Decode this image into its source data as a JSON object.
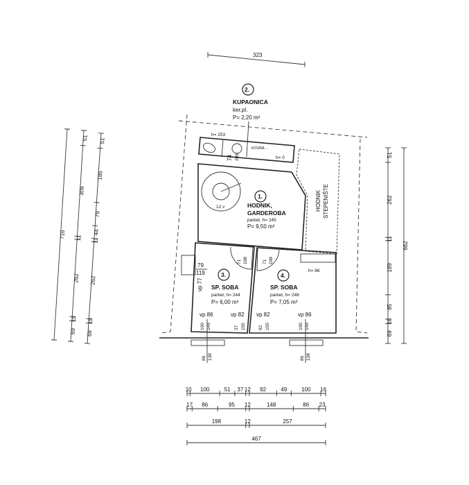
{
  "top_dimension": "323",
  "rooms": {
    "bath": {
      "number": "2.",
      "name": "KUPAONICA",
      "floor": "ker.pl.",
      "area": "P= 2,20 m²",
      "h_left": "h= 253",
      "slope": "KOSINA →",
      "h_right": "h= 0",
      "dim_a": "74",
      "dim_b": "209"
    },
    "hall": {
      "number": "1.",
      "name1": "HODNIK,",
      "name2": "GARDEROBA",
      "floor": "parket, h= 245",
      "area": "P= 9,50 m²",
      "stairs": "12 v"
    },
    "stairwell": {
      "line1": "HODNIK",
      "line2": "STEPENIŠTE"
    },
    "room3": {
      "number": "3.",
      "name": "SP. SOBA",
      "floor": "parket, h= 244",
      "area": "P= 6,00 m²",
      "niche_a": "79",
      "niche_b": "119",
      "vp_side": "vp 77",
      "win_vp": "vp 86",
      "win_a": "100",
      "win_b": "149",
      "door_vp": "vp 82",
      "door_a": "37",
      "door_b": "155",
      "door_to_hall_a": "71",
      "door_to_hall_b": "198",
      "below_a": "86",
      "below_b": "138"
    },
    "room4": {
      "number": "4.",
      "name": "SP. SOBA",
      "floor": "parket, h= 248",
      "area": "P= 7,05 m²",
      "h_shelf": "h= 86",
      "win_vp": "vp 86",
      "win_a": "100",
      "win_b": "149",
      "door_vp": "vp 82",
      "door_a": "92",
      "door_b": "155",
      "door_to_hall_a": "71",
      "door_to_hall_b": "198",
      "below_a": "86",
      "below_b": "138"
    }
  },
  "dimension_chains": {
    "bottom": [
      [
        "10",
        "100",
        "51",
        "37",
        "12",
        "92",
        "49",
        "100",
        "16"
      ],
      [
        "17",
        "86",
        "95",
        "12",
        "148",
        "86",
        "23"
      ],
      [
        "198",
        "12",
        "257"
      ],
      [
        "467"
      ]
    ],
    "left": [
      [
        "716"
      ],
      [
        "69",
        "15",
        "262",
        "11",
        "308",
        "51"
      ],
      [
        "69",
        "15",
        "262",
        "11",
        "44",
        "79",
        "185",
        "51"
      ]
    ],
    "right": [
      [
        "69",
        "16",
        "85",
        "189",
        "11",
        "262",
        "51"
      ],
      [
        "682"
      ]
    ]
  }
}
